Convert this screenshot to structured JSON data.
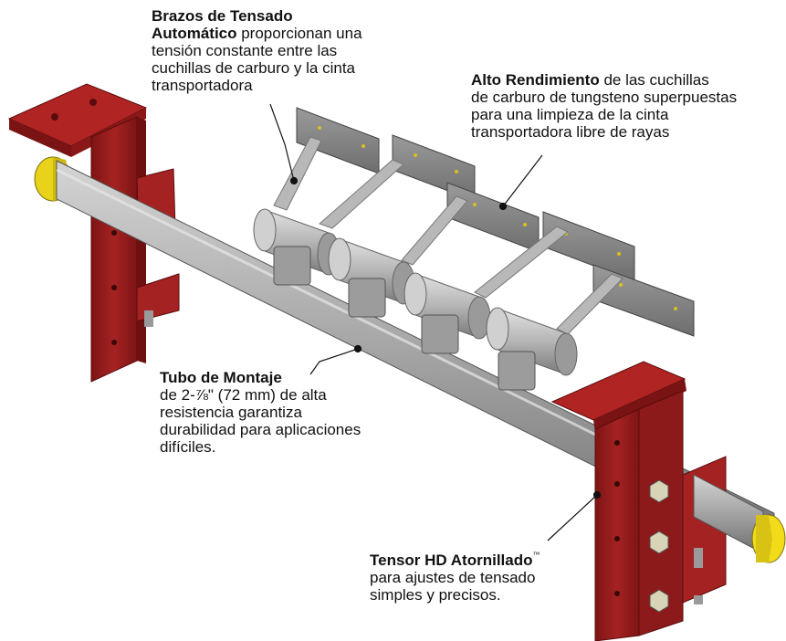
{
  "colors": {
    "bracket_red": "#9c1c1c",
    "bracket_dark": "#6e1010",
    "tube_gray": "#a9a9a9",
    "blade_gray": "#8c8c8c",
    "end_cap_yellow": "#f2dc1a",
    "leader": "#111111"
  },
  "callouts": {
    "tension_arms": {
      "bold": "Brazos de Tensado Automático",
      "bold_line1": "Brazos de Tensado",
      "bold_line2": "Automático",
      "rest_line2": " proporcionan una",
      "line3": "tensión constante entre las",
      "line4": "cuchillas de carburo y la cinta",
      "line5": "transportadora"
    },
    "high_performance": {
      "bold": "Alto Rendimiento",
      "rest_line1": " de las cuchillas",
      "line2": "de carburo de tungsteno superpuestas",
      "line3": "para una limpieza de la cinta",
      "line4": "transportadora libre de rayas"
    },
    "mounting_tube": {
      "bold": "Tubo de Montaje",
      "line2": "de 2-⅞\" (72 mm) de alta",
      "line3": "resistencia garantiza",
      "line4": "durabilidad para aplicaciones",
      "line5": "difíciles."
    },
    "tensioner": {
      "bold": "Tensor HD Atornillado",
      "trademark": "™",
      "line2": "para ajustes de tensado",
      "line3": "simples y precisos."
    }
  }
}
